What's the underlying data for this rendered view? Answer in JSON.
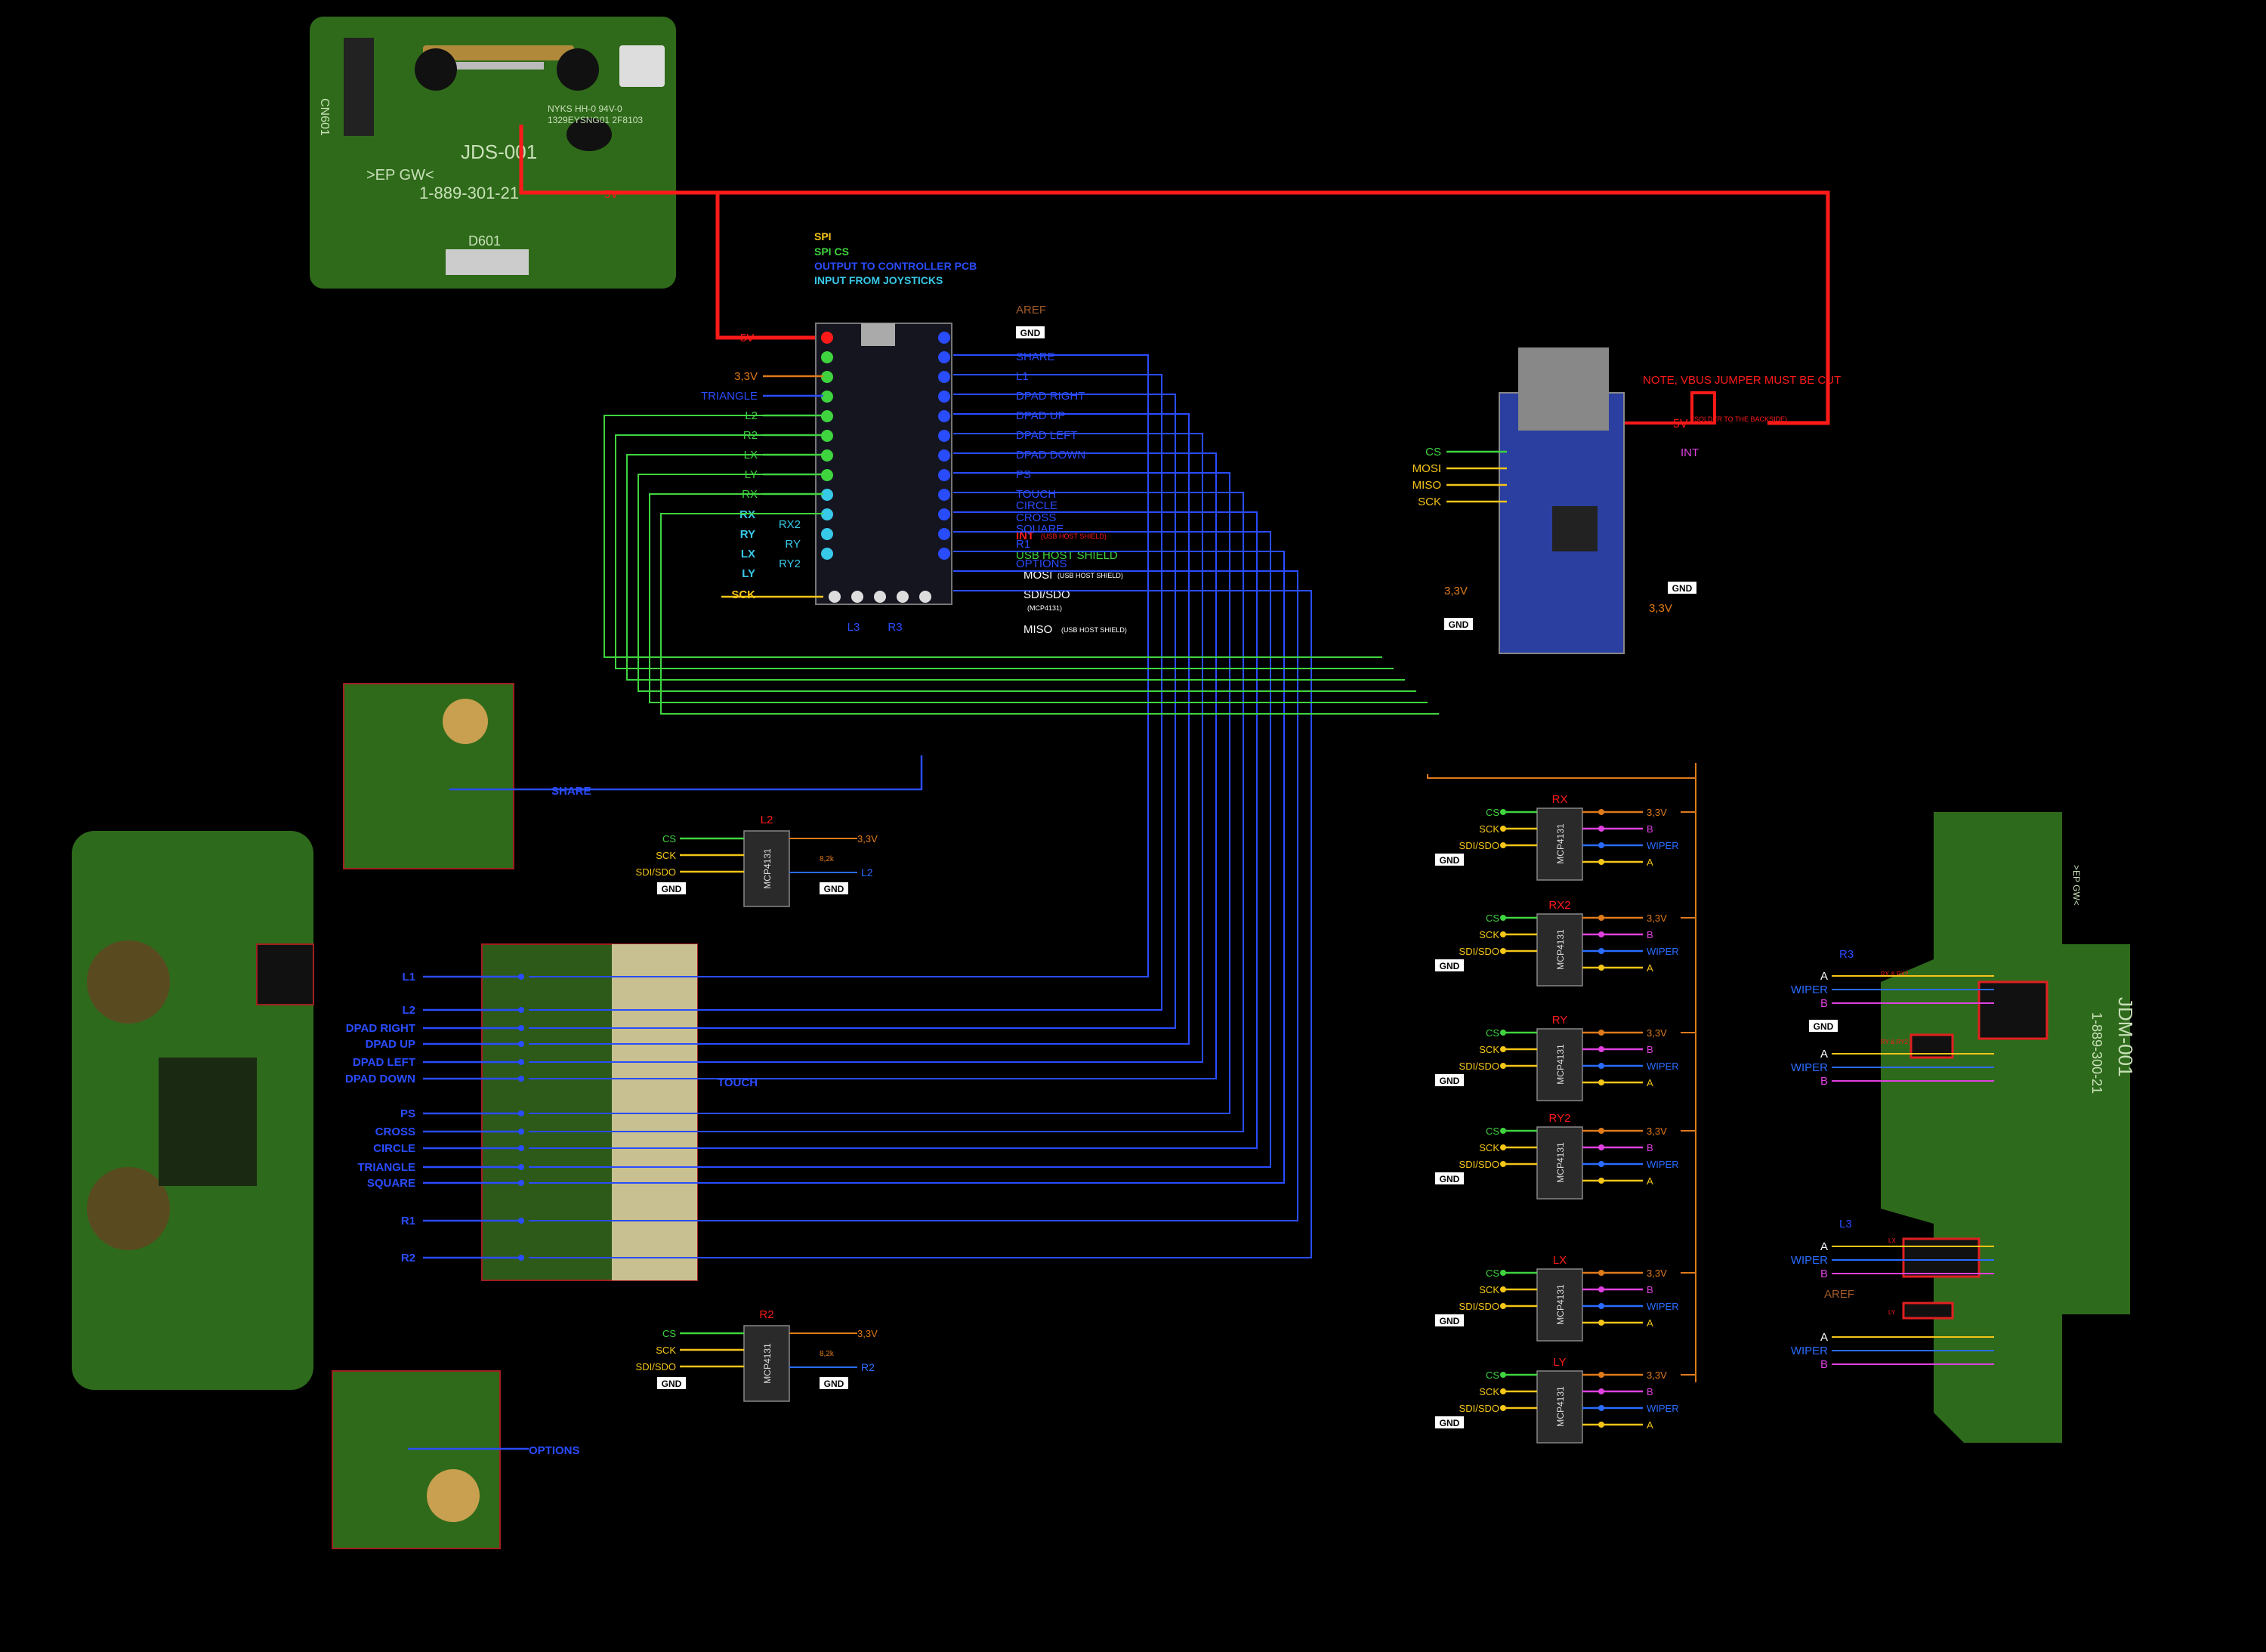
{
  "colors": {
    "spi": "#f5c518",
    "spi_cs": "#3fd43f",
    "output": "#2a4cff",
    "input": "#38c8e8",
    "power": "#ff1a1a",
    "v33": "#e07a1a",
    "wiper": "#2a6cff",
    "b": "#e040e0",
    "a": "#f5c518",
    "pcb": "#2e6b1e",
    "chip": "#2a2a2a"
  },
  "legend": {
    "spi": "SPI",
    "spi_cs": "SPI CS",
    "output": "OUTPUT TO CONTROLLER PCB",
    "input": "INPUT FROM JOYSTICKS"
  },
  "top_pcb": {
    "lines": [
      "CN601",
      "JDS-001",
      ">EP GW<",
      "1-889-301-21",
      "D601",
      "NYKS HH-0 94V-0",
      "1329EYSNG01 2F8103"
    ]
  },
  "power": {
    "v5_top": "5V",
    "v5_teensy": "5V",
    "v5_host": "5V",
    "v5_host_note": "(SOLDER TO THE BACKSIDE)",
    "vbus_note": "NOTE, VBUS JUMPER MUST BE CUT"
  },
  "teensy": {
    "left_labels": [
      "3,3V",
      "TRIANGLE",
      "L2",
      "R2",
      "LX",
      "LY",
      "RX"
    ],
    "left_inputs": [
      "RX2",
      "RY",
      "RY2"
    ],
    "left_outer": [
      "RX",
      "RY",
      "LX",
      "LY"
    ],
    "sck": "SCK",
    "right_labels": [
      "AREF",
      "GND",
      "SHARE",
      "L1",
      "DPAD RIGHT",
      "DPAD UP",
      "DPAD LEFT",
      "DPAD DOWN",
      "PS",
      "TOUCH",
      "CIRCLE",
      "CROSS",
      "SQUARE",
      "R1",
      "OPTIONS"
    ],
    "int": "INT",
    "int_note": "(USB HOST SHIELD)",
    "usb_host_shield": "USB HOST SHIELD",
    "mosi": "MOSI",
    "mosi_note": "(USB HOST SHIELD)",
    "sdi": "SDI/SDO",
    "sdi_note": "(MCP4131)",
    "miso": "MISO",
    "miso_note": "(USB HOST SHIELD)",
    "bottom": [
      "L3",
      "R3"
    ]
  },
  "host_shield": {
    "left_labels": [
      "CS",
      "MOSI",
      "MISO",
      "SCK"
    ],
    "int": "INT",
    "gnd": "GND",
    "gnd2": "GND",
    "v33": "3,3V",
    "v33b": "3,3V"
  },
  "controller_left": {
    "share": "SHARE",
    "options": "OPTIONS",
    "touch": "TOUCH",
    "buttons": [
      "L1",
      "L2",
      "DPAD RIGHT",
      "DPAD UP",
      "DPAD LEFT",
      "DPAD DOWN",
      "PS",
      "CROSS",
      "CIRCLE",
      "TRIANGLE",
      "SQUARE",
      "R1",
      "R2"
    ]
  },
  "small_pots": [
    {
      "name": "L2",
      "cs": "CS",
      "sck": "SCK",
      "sdi": "SDI/SDO",
      "gnd": "GND",
      "v33": "3,3V",
      "res": "8,2k",
      "out": "L2",
      "gnd2": "GND",
      "chip": "MCP4131"
    },
    {
      "name": "R2",
      "cs": "CS",
      "sck": "SCK",
      "sdi": "SDI/SDO",
      "gnd": "GND",
      "v33": "3,3V",
      "res": "8,2k",
      "out": "R2",
      "gnd2": "GND",
      "chip": "MCP4131"
    }
  ],
  "pots": [
    {
      "name": "RX",
      "cs": "CS",
      "sck": "SCK",
      "sdi": "SDI/SDO",
      "gnd": "GND",
      "v33": "3,3V",
      "b": "B",
      "wiper": "WIPER",
      "a": "A",
      "chip": "MCP4131"
    },
    {
      "name": "RX2",
      "cs": "CS",
      "sck": "SCK",
      "sdi": "SDI/SDO",
      "gnd": "GND",
      "v33": "3,3V",
      "b": "B",
      "wiper": "WIPER",
      "a": "A",
      "chip": "MCP4131"
    },
    {
      "name": "RY",
      "cs": "CS",
      "sck": "SCK",
      "sdi": "SDI/SDO",
      "gnd": "GND",
      "v33": "3,3V",
      "b": "B",
      "wiper": "WIPER",
      "a": "A",
      "chip": "MCP4131"
    },
    {
      "name": "RY2",
      "cs": "CS",
      "sck": "SCK",
      "sdi": "SDI/SDO",
      "gnd": "GND",
      "v33": "3,3V",
      "b": "B",
      "wiper": "WIPER",
      "a": "A",
      "chip": "MCP4131"
    },
    {
      "name": "LX",
      "cs": "CS",
      "sck": "SCK",
      "sdi": "SDI/SDO",
      "gnd": "GND",
      "v33": "3,3V",
      "b": "B",
      "wiper": "WIPER",
      "a": "A",
      "chip": "MCP4131"
    },
    {
      "name": "LY",
      "cs": "CS",
      "sck": "SCK",
      "sdi": "SDI/SDO",
      "gnd": "GND",
      "v33": "3,3V",
      "b": "B",
      "wiper": "WIPER",
      "a": "A",
      "chip": "MCP4131"
    }
  ],
  "controller_right": {
    "r3": "R3",
    "l3": "L3",
    "aref": "AREF",
    "gnd": "GND",
    "rx_rx2": "RX & RX2",
    "ry_ry2": "RY & RY2",
    "lx": "LX",
    "ly": "LY",
    "groups": [
      {
        "a": "A",
        "wiper": "WIPER",
        "b": "B"
      },
      {
        "a": "A",
        "wiper": "WIPER",
        "b": "B"
      },
      {
        "a": "A",
        "wiper": "WIPER",
        "b": "B"
      },
      {
        "a": "A",
        "wiper": "WIPER",
        "b": "B"
      }
    ],
    "pcb_text": [
      "JDM-001",
      "1-889-300-21",
      ">EP GW<"
    ]
  }
}
